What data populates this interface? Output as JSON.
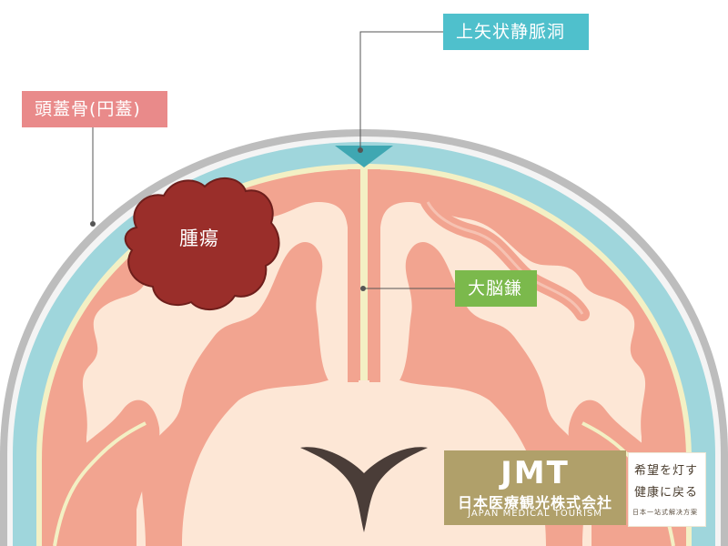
{
  "labels": {
    "skull": "頭蓋骨(円蓋)",
    "sinus": "上矢状静脈洞",
    "falx": "大脳鎌",
    "tumor": "腫瘍"
  },
  "logo": {
    "mark": "JMT",
    "name_jp": "日本医療観光株式会社",
    "name_en": "JAPAN MEDICAL TOURISM",
    "tagline_1": "希望を灯す",
    "tagline_2": "健康に戻る",
    "tagline_3": "日本一站式解决方案"
  },
  "colors": {
    "skull_gray": "#bdbdbd",
    "dura_teal": "#9fd6dc",
    "membrane_yellow": "#f3f0c4",
    "cortex_salmon": "#f2a490",
    "brain_inner": "#fde7d6",
    "tumor": "#9a2e2a",
    "ventricle": "#4a3d38"
  }
}
